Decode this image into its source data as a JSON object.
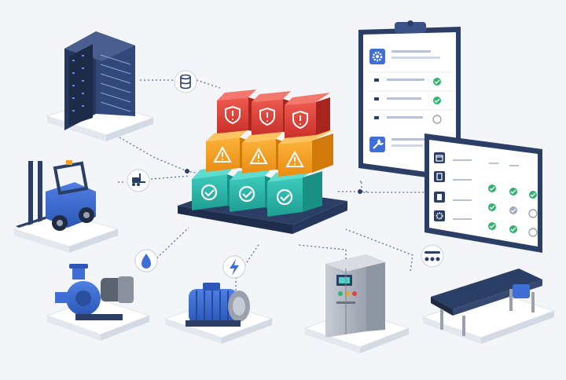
{
  "colors": {
    "background": "#f3f5f9",
    "navy": "#2b3f66",
    "blue_accent": "#3f6fd6",
    "critical_red": "#e0413a",
    "warning_orange": "#f5a11f",
    "ok_teal": "#2bb5a8",
    "check_green": "#2fb36d",
    "connector": "#5a6f95",
    "pedestal": "#ffffff"
  },
  "risk_stack": {
    "tiers": [
      {
        "level": "critical",
        "icon": "shield-alert-icon",
        "count": 3
      },
      {
        "level": "warning",
        "icon": "warning-triangle-icon",
        "count": 3
      },
      {
        "level": "ok",
        "icon": "check-circle-icon",
        "count": 3
      }
    ]
  },
  "assets": [
    {
      "name": "server-rack",
      "connector_icon": "database-icon"
    },
    {
      "name": "forklift",
      "connector_icon": "forklift-icon"
    },
    {
      "name": "centrifugal-pump",
      "connector_icon": "water-drop-icon"
    },
    {
      "name": "electric-motor",
      "connector_icon": "lightning-icon"
    },
    {
      "name": "control-cabinet",
      "connector_icon": null
    },
    {
      "name": "conveyor-belt",
      "connector_icon": "conveyor-icon"
    }
  ],
  "checklist": {
    "rows": [
      {
        "icon": "gear-icon",
        "status": null
      },
      {
        "icon": "bullet-icon",
        "status": "done"
      },
      {
        "icon": "bullet-icon",
        "status": "done"
      },
      {
        "icon": "bullet-icon",
        "status": "pending"
      },
      {
        "icon": "wrench-icon",
        "status": null
      }
    ]
  },
  "dashboard": {
    "rows": [
      {
        "icon": "calendar-icon",
        "checks": [
          "none",
          "none",
          "none"
        ]
      },
      {
        "icon": "clipboard-icon",
        "checks": [
          "done",
          "done",
          "done"
        ]
      },
      {
        "icon": "document-icon",
        "checks": [
          "done",
          "partial",
          "pending"
        ]
      },
      {
        "icon": "gear-icon",
        "checks": [
          "done",
          "done",
          "pending"
        ]
      }
    ]
  }
}
